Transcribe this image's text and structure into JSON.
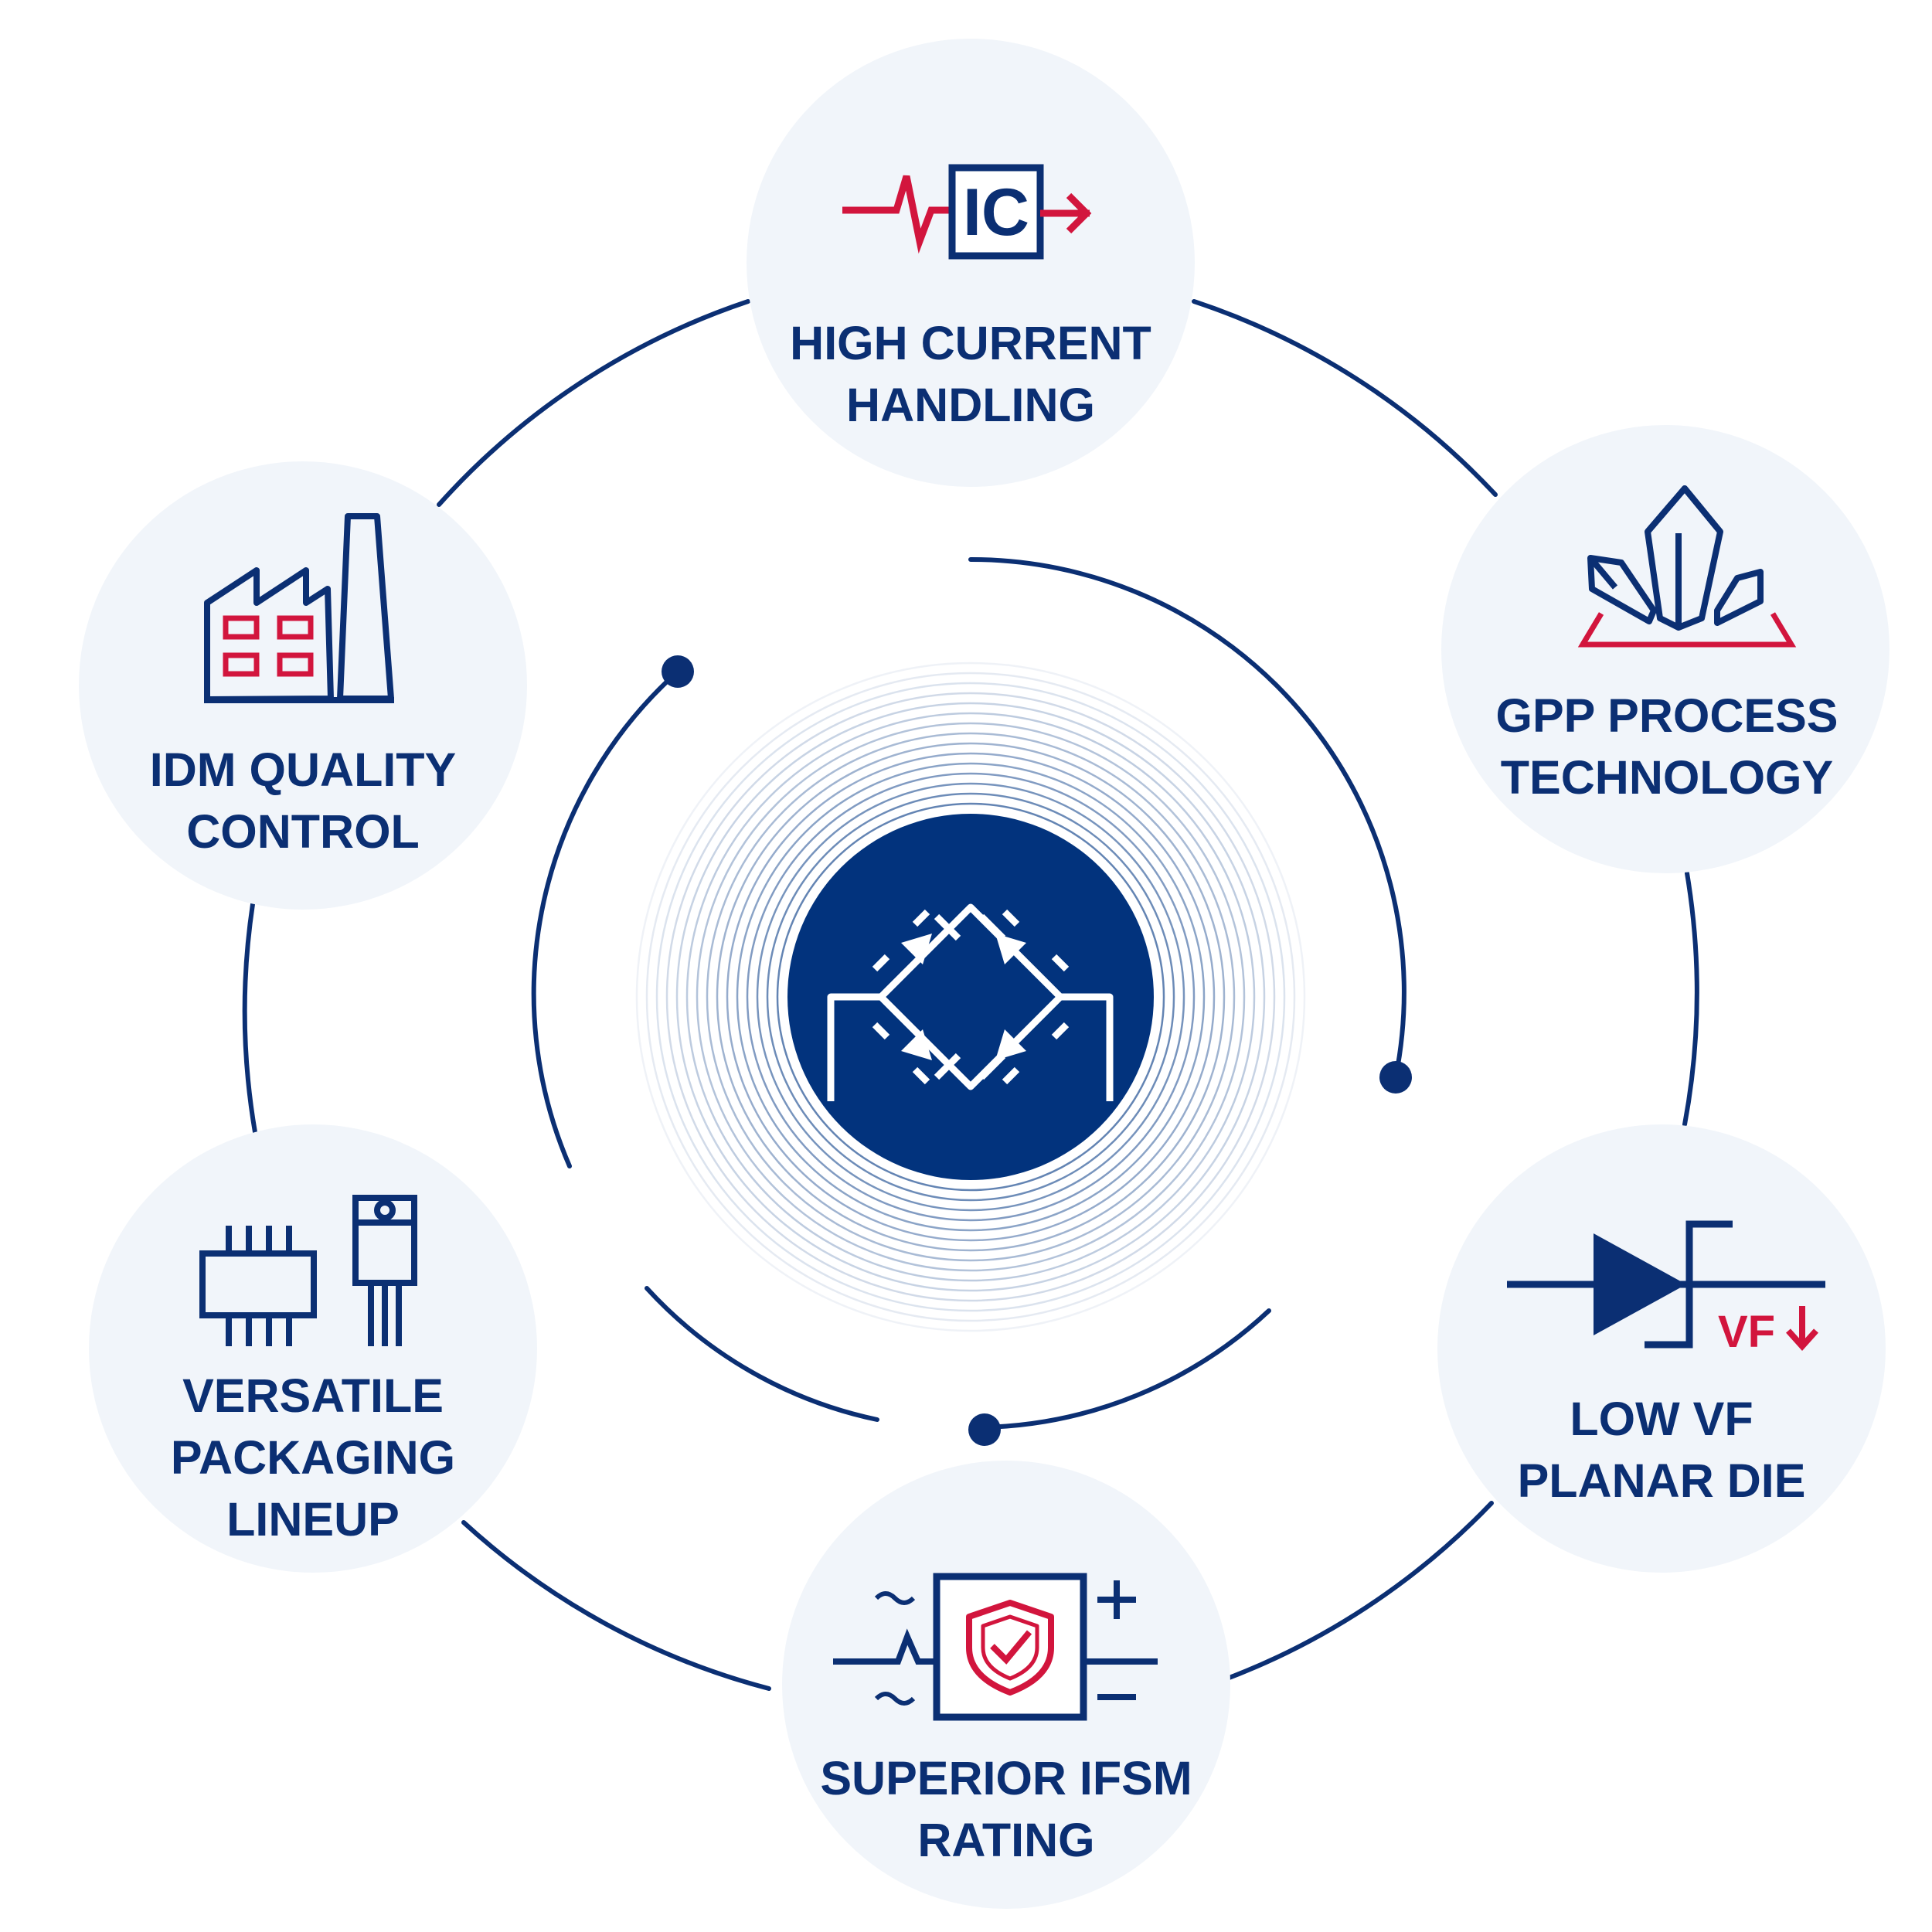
{
  "colors": {
    "navy": "#0b2f73",
    "red": "#d2153d",
    "bubble": "#f1f5fa",
    "center": "#02337d"
  },
  "center_icon": "bridge-rectifier-icon",
  "features": [
    {
      "id": "high-current",
      "icon": "ic-signal-arrow-icon",
      "lines": [
        "HIGH CURRENT",
        "HANDLING"
      ]
    },
    {
      "id": "gpp-process",
      "icon": "crystal-cluster-icon",
      "lines": [
        "GPP PROCESS",
        "TECHNOLOGY"
      ]
    },
    {
      "id": "low-vf",
      "icon": "zener-diode-vf-down-icon",
      "lines": [
        "LOW VF",
        "PLANAR DIE"
      ]
    },
    {
      "id": "ifsm",
      "icon": "surge-protection-shield-icon",
      "lines": [
        "SUPERIOR IFSM",
        "RATING"
      ]
    },
    {
      "id": "packaging",
      "icon": "chip-packages-icon",
      "lines": [
        "VERSATILE",
        "PACKAGING",
        "LINEUP"
      ]
    },
    {
      "id": "idm-quality",
      "icon": "factory-icon",
      "lines": [
        "IDM QUALITY",
        "CONTROL"
      ]
    }
  ],
  "icon_text": {
    "ic": "IC",
    "vf": "VF"
  }
}
